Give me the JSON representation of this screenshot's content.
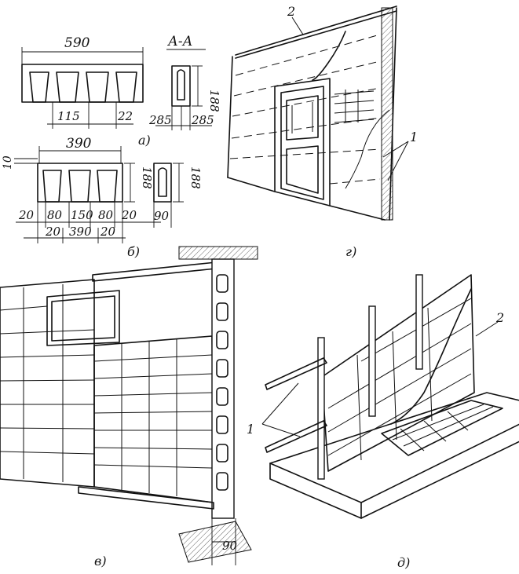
{
  "labels": {
    "a_width": "590",
    "a_rib": "115",
    "a_end": "22",
    "a_caption": "а)",
    "aa_title": "А-А",
    "aa_height": "188",
    "aa_left": "285",
    "aa_right": "285",
    "b_top": "10",
    "b_width": "390",
    "b_height": "188",
    "b_sec_height": "188",
    "b_d1": "20",
    "b_d2": "80",
    "b_d3": "150",
    "b_d4": "80",
    "b_d5": "20",
    "b_sec_width": "90",
    "b_bot1": "20",
    "b_bot2": "390",
    "b_bot3": "20",
    "b_caption": "б)",
    "g_mark1": "1",
    "g_mark2": "2",
    "g_caption": "г)",
    "v_dim": "90",
    "v_caption": "в)",
    "d_mark1": "1",
    "d_mark2": "2",
    "d_caption": "д)"
  }
}
